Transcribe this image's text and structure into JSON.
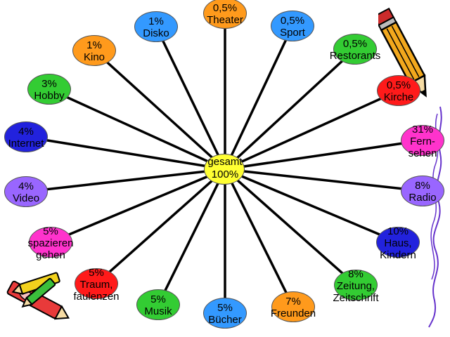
{
  "center": {
    "label": "gesamt",
    "value": "100%",
    "color": "#ffff33"
  },
  "items": [
    {
      "id": "theater",
      "value": "0,5%",
      "lines": [
        "Theater"
      ],
      "color": "#ff9a1c"
    },
    {
      "id": "sport",
      "value": "0,5%",
      "lines": [
        "Sport"
      ],
      "color": "#3399ff"
    },
    {
      "id": "restorants",
      "value": "0,5%",
      "lines": [
        "Restorants"
      ],
      "color": "#33cc33"
    },
    {
      "id": "kirche",
      "value": "0,5%",
      "lines": [
        "Kirche"
      ],
      "color": "#ff1a1a"
    },
    {
      "id": "fernsehen",
      "value": "31%",
      "lines": [
        "Fern-",
        "sehen"
      ],
      "color": "#ff33cc"
    },
    {
      "id": "radio",
      "value": "8%",
      "lines": [
        "Radio"
      ],
      "color": "#9966ff"
    },
    {
      "id": "haus",
      "value": "10%",
      "lines": [
        "Haus,",
        "Kindern"
      ],
      "color": "#2222dd"
    },
    {
      "id": "zeitung",
      "value": "8%",
      "lines": [
        "Zeitung,",
        "Zeitschrift"
      ],
      "color": "#33cc33"
    },
    {
      "id": "freunden",
      "value": "7%",
      "lines": [
        "Freunden"
      ],
      "color": "#ff9a1c"
    },
    {
      "id": "buecher",
      "value": "5%",
      "lines": [
        "Bücher"
      ],
      "color": "#3399ff"
    },
    {
      "id": "musik",
      "value": "5%",
      "lines": [
        "Musik"
      ],
      "color": "#33cc33"
    },
    {
      "id": "traum",
      "value": "5%",
      "lines": [
        "Traum,",
        "faulenzen"
      ],
      "color": "#ff1a1a"
    },
    {
      "id": "spazieren",
      "value": "5%",
      "lines": [
        "spazieren",
        "gehen"
      ],
      "color": "#ff33cc"
    },
    {
      "id": "video",
      "value": "4%",
      "lines": [
        "Video"
      ],
      "color": "#9966ff"
    },
    {
      "id": "internet",
      "value": "4%",
      "lines": [
        "Internet"
      ],
      "color": "#2222dd"
    },
    {
      "id": "hobby",
      "value": "3%",
      "lines": [
        "Hobby"
      ],
      "color": "#33cc33"
    },
    {
      "id": "kino",
      "value": "1%",
      "lines": [
        "Kino"
      ],
      "color": "#ff9a1c"
    },
    {
      "id": "disko",
      "value": "1%",
      "lines": [
        "Disko"
      ],
      "color": "#3399ff"
    }
  ]
}
